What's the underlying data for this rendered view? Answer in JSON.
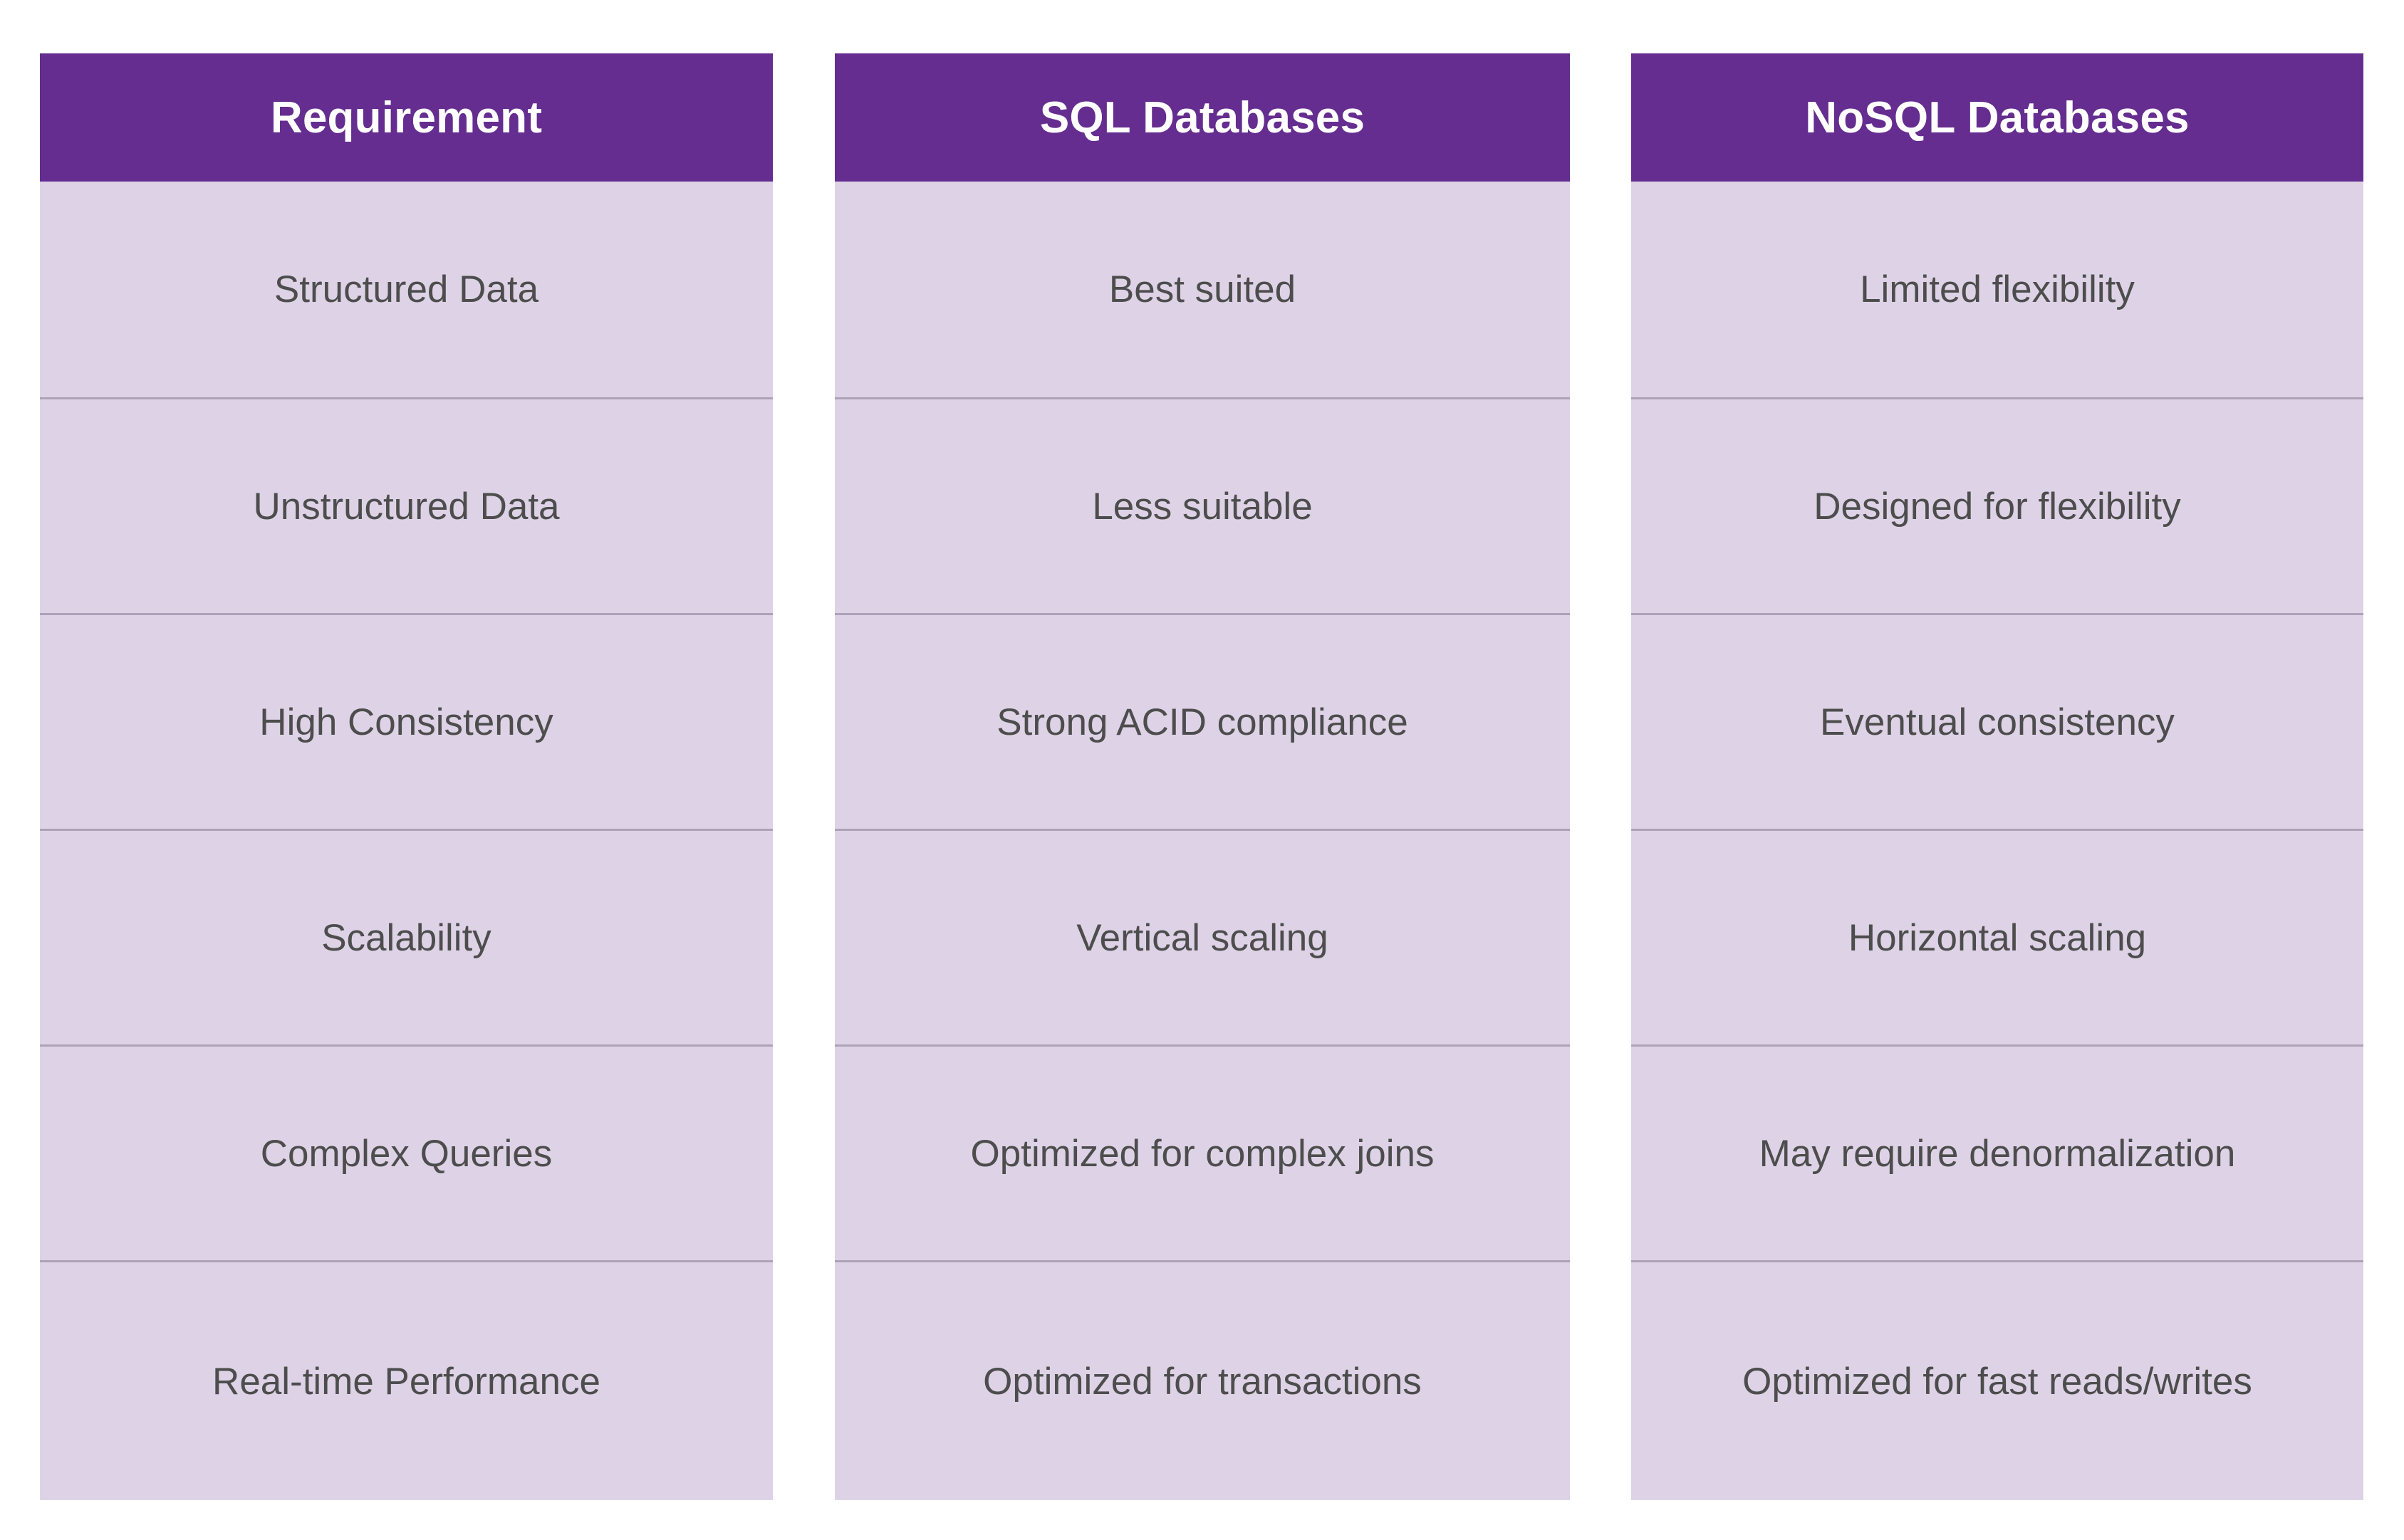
{
  "table": {
    "columns": [
      {
        "header": "Requirement",
        "cells": [
          "Structured Data",
          "Unstructured Data",
          "High Consistency",
          "Scalability",
          "Complex Queries",
          "Real-time Performance"
        ]
      },
      {
        "header": "SQL Databases",
        "cells": [
          "Best suited",
          "Less suitable",
          "Strong ACID compliance",
          "Vertical scaling",
          "Optimized for complex joins",
          "Optimized for transactions"
        ]
      },
      {
        "header": "NoSQL Databases",
        "cells": [
          "Limited flexibility",
          "Designed for flexibility",
          "Eventual consistency",
          "Horizontal scaling",
          "May require denormalization",
          "Optimized for fast reads/writes"
        ]
      }
    ],
    "colors": {
      "header_background": "#652D8F",
      "header_text": "#FFFFFF",
      "body_background": "#DED3E6",
      "body_text": "#4D4D4D",
      "divider": "#ADA2B8",
      "page_background": "#FFFFFF"
    }
  }
}
